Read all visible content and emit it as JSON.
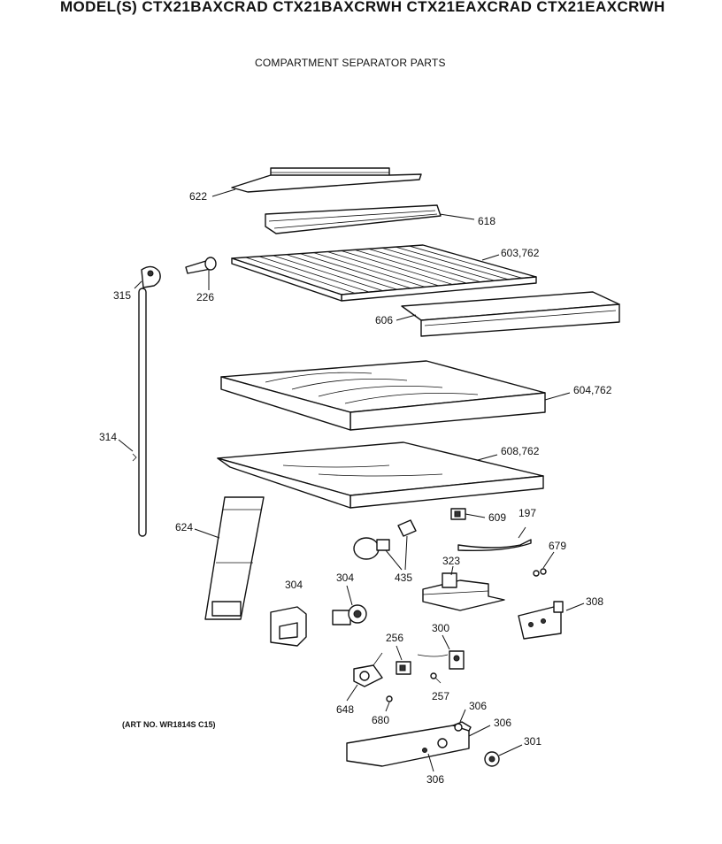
{
  "header": {
    "models": "MODEL(S) CTX21BAXCRAD  CTX21BAXCRWH  CTX21EAXCRAD  CTX21EAXCRWH",
    "section_title": "COMPARTMENT SEPARATOR PARTS"
  },
  "footer": {
    "art_no": "(ART NO. WR1814S C15)"
  },
  "callouts": {
    "p622": "622",
    "p618": "618",
    "p603": "603,762",
    "p315": "315",
    "p226": "226",
    "p606": "606",
    "p604": "604,762",
    "p314": "314",
    "p608": "608,762",
    "p609": "609",
    "p197": "197",
    "p624": "624",
    "p679": "679",
    "p435": "435",
    "p323": "323",
    "p304a": "304",
    "p304b": "304",
    "p308": "308",
    "p256": "256",
    "p300": "300",
    "p257": "257",
    "p648": "648",
    "p680": "680",
    "p306a": "306",
    "p306b": "306",
    "p306c": "306",
    "p301": "301"
  }
}
